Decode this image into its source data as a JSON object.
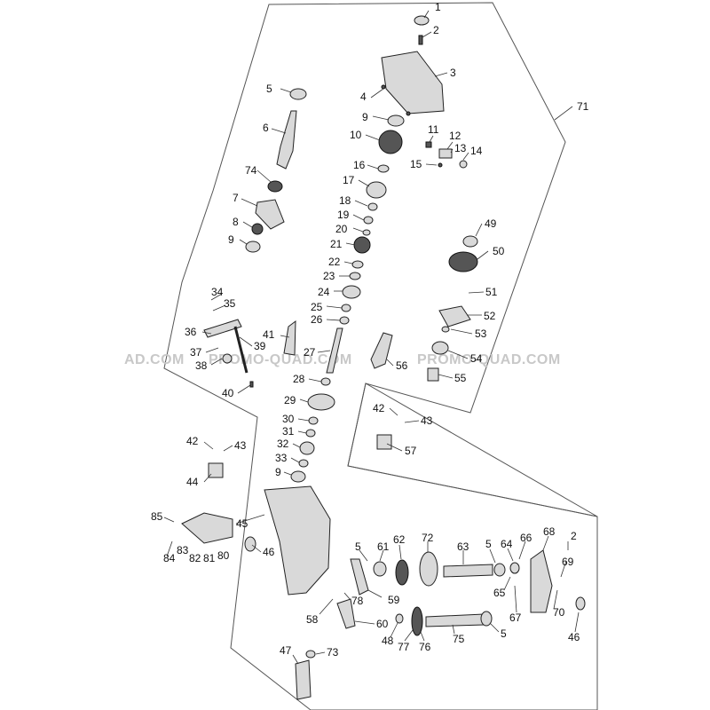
{
  "watermarks": [
    {
      "text": "AD.COM"
    },
    {
      "text": "PROMO-QUAD.COM"
    },
    {
      "text": "PROMO-QUAD.COM"
    }
  ],
  "callouts": [
    {
      "id": "1",
      "text": "1"
    },
    {
      "id": "2a",
      "text": "2"
    },
    {
      "id": "3",
      "text": "3"
    },
    {
      "id": "4",
      "text": "4"
    },
    {
      "id": "5a",
      "text": "5"
    },
    {
      "id": "6",
      "text": "6"
    },
    {
      "id": "74",
      "text": "74"
    },
    {
      "id": "7",
      "text": "7"
    },
    {
      "id": "8",
      "text": "8"
    },
    {
      "id": "9a",
      "text": "9"
    },
    {
      "id": "9b",
      "text": "9"
    },
    {
      "id": "10",
      "text": "10"
    },
    {
      "id": "11",
      "text": "11"
    },
    {
      "id": "12",
      "text": "12"
    },
    {
      "id": "13",
      "text": "13"
    },
    {
      "id": "14",
      "text": "14"
    },
    {
      "id": "15",
      "text": "15"
    },
    {
      "id": "16",
      "text": "16"
    },
    {
      "id": "17",
      "text": "17"
    },
    {
      "id": "18",
      "text": "18"
    },
    {
      "id": "19",
      "text": "19"
    },
    {
      "id": "20",
      "text": "20"
    },
    {
      "id": "21",
      "text": "21"
    },
    {
      "id": "22",
      "text": "22"
    },
    {
      "id": "23",
      "text": "23"
    },
    {
      "id": "24",
      "text": "24"
    },
    {
      "id": "25",
      "text": "25"
    },
    {
      "id": "26",
      "text": "26"
    },
    {
      "id": "27",
      "text": "27"
    },
    {
      "id": "28",
      "text": "28"
    },
    {
      "id": "29",
      "text": "29"
    },
    {
      "id": "30",
      "text": "30"
    },
    {
      "id": "31",
      "text": "31"
    },
    {
      "id": "32",
      "text": "32"
    },
    {
      "id": "33",
      "text": "33"
    },
    {
      "id": "9c",
      "text": "9"
    },
    {
      "id": "71",
      "text": "71"
    },
    {
      "id": "49",
      "text": "49"
    },
    {
      "id": "50",
      "text": "50"
    },
    {
      "id": "51",
      "text": "51"
    },
    {
      "id": "52",
      "text": "52"
    },
    {
      "id": "53",
      "text": "53"
    },
    {
      "id": "54",
      "text": "54"
    },
    {
      "id": "55",
      "text": "55"
    },
    {
      "id": "56",
      "text": "56"
    },
    {
      "id": "34",
      "text": "34"
    },
    {
      "id": "35",
      "text": "35"
    },
    {
      "id": "36",
      "text": "36"
    },
    {
      "id": "37",
      "text": "37"
    },
    {
      "id": "38",
      "text": "38"
    },
    {
      "id": "39",
      "text": "39"
    },
    {
      "id": "41",
      "text": "41"
    },
    {
      "id": "40",
      "text": "40"
    },
    {
      "id": "42a",
      "text": "42"
    },
    {
      "id": "43a",
      "text": "43"
    },
    {
      "id": "57",
      "text": "57"
    },
    {
      "id": "42b",
      "text": "42"
    },
    {
      "id": "43b",
      "text": "43"
    },
    {
      "id": "44",
      "text": "44"
    },
    {
      "id": "85",
      "text": "85"
    },
    {
      "id": "84",
      "text": "84"
    },
    {
      "id": "83",
      "text": "83"
    },
    {
      "id": "82",
      "text": "82"
    },
    {
      "id": "81",
      "text": "81"
    },
    {
      "id": "80",
      "text": "80"
    },
    {
      "id": "45",
      "text": "45"
    },
    {
      "id": "46a",
      "text": "46"
    },
    {
      "id": "5b",
      "text": "5"
    },
    {
      "id": "61",
      "text": "61"
    },
    {
      "id": "62",
      "text": "62"
    },
    {
      "id": "72",
      "text": "72"
    },
    {
      "id": "63",
      "text": "63"
    },
    {
      "id": "5c",
      "text": "5"
    },
    {
      "id": "64",
      "text": "64"
    },
    {
      "id": "66",
      "text": "66"
    },
    {
      "id": "68",
      "text": "68"
    },
    {
      "id": "2b",
      "text": "2"
    },
    {
      "id": "69",
      "text": "69"
    },
    {
      "id": "65",
      "text": "65"
    },
    {
      "id": "67",
      "text": "67"
    },
    {
      "id": "70",
      "text": "70"
    },
    {
      "id": "46b",
      "text": "46"
    },
    {
      "id": "78",
      "text": "78"
    },
    {
      "id": "59",
      "text": "59"
    },
    {
      "id": "58",
      "text": "58"
    },
    {
      "id": "60",
      "text": "60"
    },
    {
      "id": "48",
      "text": "48"
    },
    {
      "id": "77",
      "text": "77"
    },
    {
      "id": "76",
      "text": "76"
    },
    {
      "id": "75",
      "text": "75"
    },
    {
      "id": "5d",
      "text": "5"
    },
    {
      "id": "47",
      "text": "47"
    },
    {
      "id": "73",
      "text": "73"
    }
  ]
}
